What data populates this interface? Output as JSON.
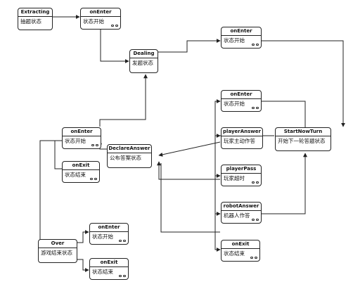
{
  "nodes": {
    "extracting": {
      "title": "Extracting",
      "body": "抽题状态"
    },
    "enter_top": {
      "title": "onEnter",
      "body": "状态开始"
    },
    "dealing": {
      "title": "Dealing",
      "body": "发题状态"
    },
    "enter_dealing": {
      "title": "onEnter",
      "body": "状态开始"
    },
    "enter_mid": {
      "title": "onEnter",
      "body": "状态开始"
    },
    "player_answer": {
      "title": "playerAnswer",
      "body": "玩家主动作答"
    },
    "start_now_turn": {
      "title": "StartNowTurn",
      "body": "开始下一轮答题状态"
    },
    "enter_left": {
      "title": "onEnter",
      "body": "状态开始"
    },
    "declare_answer": {
      "title": "DeclareAnswer",
      "body": "公布答案状态"
    },
    "exit_left": {
      "title": "onExit",
      "body": "状态结束"
    },
    "player_pass": {
      "title": "playerPass",
      "body": "玩家超时"
    },
    "robot_answer": {
      "title": "robotAnswer",
      "body": "机器人作答"
    },
    "enter_over": {
      "title": "onEnter",
      "body": "状态开始"
    },
    "over": {
      "title": "Over",
      "body": "游戏结束状态"
    },
    "exit_bottom_right": {
      "title": "onExit",
      "body": "状态结束"
    },
    "exit_over": {
      "title": "onExit",
      "body": "状态结束"
    }
  }
}
